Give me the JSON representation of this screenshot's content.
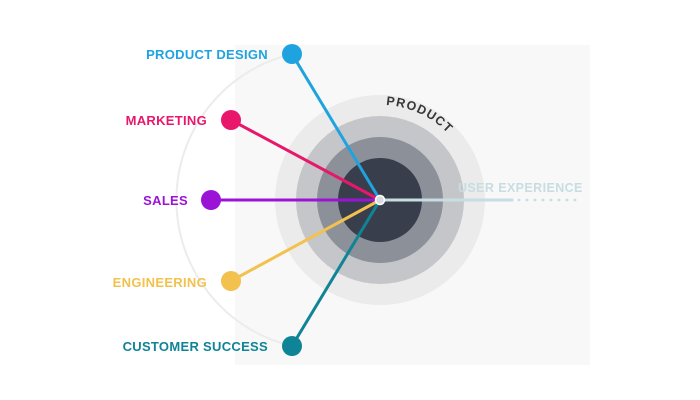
{
  "colors": {
    "product_design": "#1fa3e0",
    "marketing": "#e8176b",
    "sales": "#9b14d6",
    "engineering": "#f2c14e",
    "customer_success": "#0e8496",
    "core_dark": "#383e4c",
    "ring_mid": "#8c9098",
    "ring_light": "#c4c6ca",
    "ring_pale": "#ebebeb",
    "product_text": "#363636",
    "user_experience": "#c7dde2"
  },
  "diagram": {
    "center_label": "PRODUCT",
    "user_experience_label": "USER EXPERIENCE",
    "teams": [
      {
        "key": "product_design",
        "label": "PRODUCT DESIGN",
        "color": "#1fa3e0"
      },
      {
        "key": "marketing",
        "label": "MARKETING",
        "color": "#e8176b"
      },
      {
        "key": "sales",
        "label": "SALES",
        "color": "#9b14d6"
      },
      {
        "key": "engineering",
        "label": "ENGINEERING",
        "color": "#f2c14e"
      },
      {
        "key": "customer_success",
        "label": "CUSTOMER SUCCESS",
        "color": "#0e8496"
      }
    ]
  }
}
